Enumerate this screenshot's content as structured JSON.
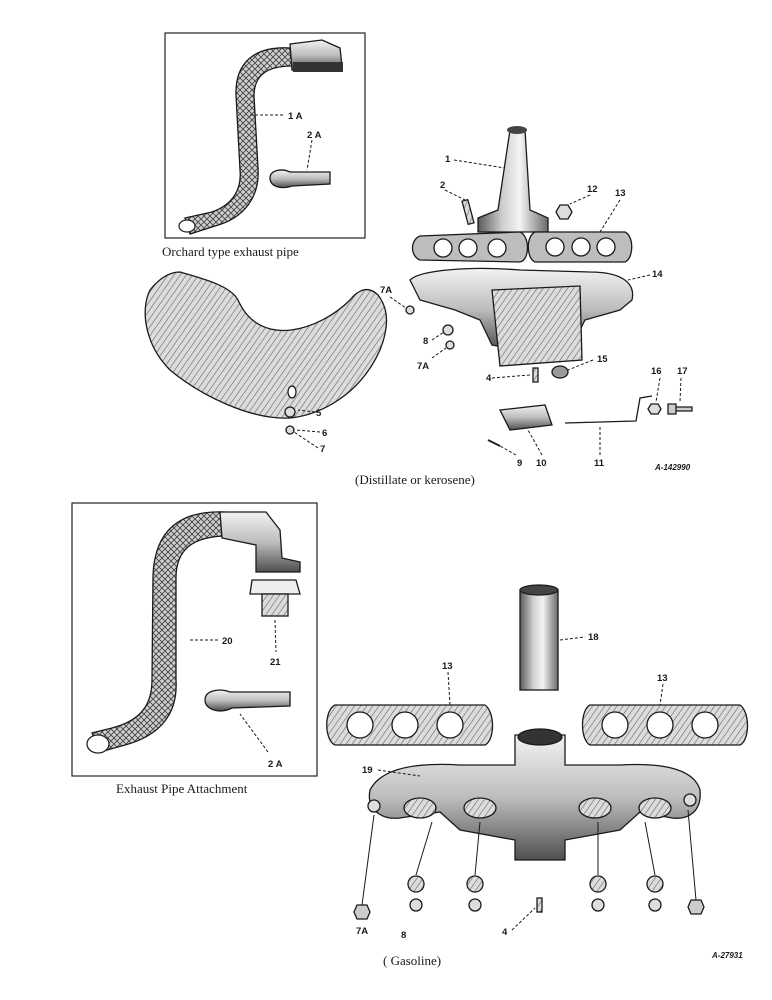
{
  "captions": {
    "orchard": "Orchard   type   exhaust   pipe",
    "distillate": "(Distillate  or  kerosene)",
    "attachment": "Exhaust Pipe Attachment",
    "gasoline": "( Gasoline)"
  },
  "codes": {
    "top": "A-142990",
    "bottom": "A-27931"
  },
  "labels": {
    "p1a": "1 A",
    "p2a_top": "2 A",
    "p1": "1",
    "p2": "2",
    "p12": "12",
    "p13_top": "13",
    "p7a_top": "7A",
    "p14": "14",
    "p8_top": "8",
    "p7a_mid": "7A",
    "p15": "15",
    "p16": "16",
    "p17": "17",
    "p4_top": "4",
    "p5": "5",
    "p6": "6",
    "p7": "7",
    "p9": "9",
    "p10": "10",
    "p11": "11",
    "p20": "20",
    "p21": "21",
    "p2a_bot": "2 A",
    "p18": "18",
    "p13_left": "13",
    "p13_right": "13",
    "p19": "19",
    "p7a_bot": "7A",
    "p8_bot": "8",
    "p4_bot": "4"
  }
}
